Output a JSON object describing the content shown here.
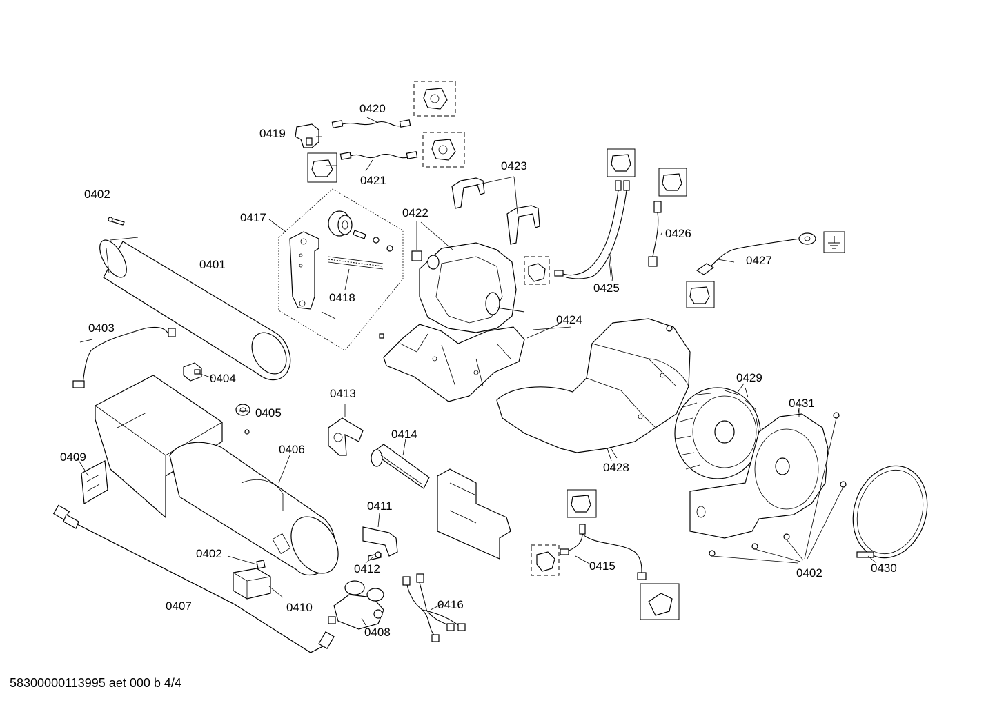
{
  "footer": {
    "drawing_id": "58300000113995 aet 000 b 4/4"
  },
  "parts": [
    {
      "id": "p0420",
      "label": "0420"
    },
    {
      "id": "p0419",
      "label": "0419"
    },
    {
      "id": "p0421",
      "label": "0421"
    },
    {
      "id": "p0423",
      "label": "0423"
    },
    {
      "id": "p0402a",
      "label": "0402"
    },
    {
      "id": "p0417",
      "label": "0417"
    },
    {
      "id": "p0422",
      "label": "0422"
    },
    {
      "id": "p0426",
      "label": "0426"
    },
    {
      "id": "p0401",
      "label": "0401"
    },
    {
      "id": "p0427",
      "label": "0427"
    },
    {
      "id": "p0418",
      "label": "0418"
    },
    {
      "id": "p0425",
      "label": "0425"
    },
    {
      "id": "p0403",
      "label": "0403"
    },
    {
      "id": "p0424",
      "label": "0424"
    },
    {
      "id": "p0404",
      "label": "0404"
    },
    {
      "id": "p0429",
      "label": "0429"
    },
    {
      "id": "p0413",
      "label": "0413"
    },
    {
      "id": "p0405",
      "label": "0405"
    },
    {
      "id": "p0431",
      "label": "0431"
    },
    {
      "id": "p0414",
      "label": "0414"
    },
    {
      "id": "p0406",
      "label": "0406"
    },
    {
      "id": "p0409",
      "label": "0409"
    },
    {
      "id": "p0428",
      "label": "0428"
    },
    {
      "id": "p0411",
      "label": "0411"
    },
    {
      "id": "p0402b",
      "label": "0402"
    },
    {
      "id": "p0412",
      "label": "0412"
    },
    {
      "id": "p0415",
      "label": "0415"
    },
    {
      "id": "p0402c",
      "label": "0402"
    },
    {
      "id": "p0430",
      "label": "0430"
    },
    {
      "id": "p0410",
      "label": "0410"
    },
    {
      "id": "p0416",
      "label": "0416"
    },
    {
      "id": "p0407",
      "label": "0407"
    },
    {
      "id": "p0408",
      "label": "0408"
    }
  ]
}
